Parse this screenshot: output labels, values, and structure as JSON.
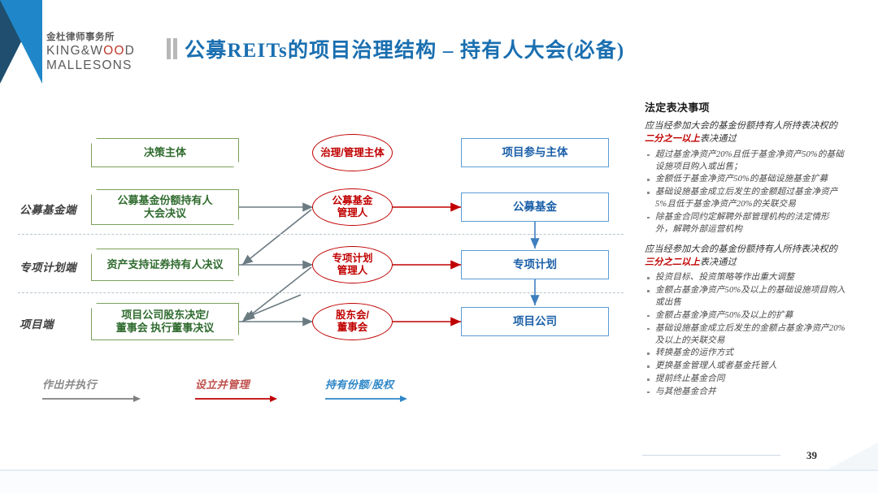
{
  "brand": {
    "name_cn": "金杜律师事务所",
    "name_en_line1": "KING&W",
    "name_en_o": "OO",
    "name_en_line1_tail": "D",
    "name_en_line2": "MALLESONS"
  },
  "header": {
    "title": "公募REITs的项目治理结构 – 持有人大会(必备)"
  },
  "diagram": {
    "column_headers": {
      "decision": "决策主体",
      "governance": "治理/管理主体",
      "participant": "项目参与主体"
    },
    "row_labels": [
      "公募基金端",
      "专项计划端",
      "项目端"
    ],
    "green_boxes": [
      "公募基金份额持有人\n大会决议",
      "资产支持证券持有人决议",
      "项目公司股东决定/\n董事会 执行董事决议"
    ],
    "red_ellipses": [
      "公募基金\n管理人",
      "专项计划\n管理人",
      "股东会/\n董事会"
    ],
    "blue_boxes": [
      "公募基金",
      "专项计划",
      "项目公司"
    ]
  },
  "legend": [
    {
      "label": "作出并执行",
      "color": "#7f7f7f"
    },
    {
      "label": "设立并管理",
      "color": "#c00000"
    },
    {
      "label": "持有份额/股权",
      "color": "#2e87c8"
    }
  ],
  "panel": {
    "heading": "法定表决事项",
    "section1": {
      "lead_before": "应当经参加大会的基金份额持有人所持表决权的",
      "lead_highlight": "二分之一以上",
      "lead_after": "表决通过",
      "items": [
        "超过基金净资产20%且低于基金净资产50%的基础设施项目购入或出售；",
        "金额低于基金净资产50%的基础设施基金扩募",
        "基础设施基金成立后发生的金额超过基金净资产5%且低于基金净资产20%的关联交易",
        "除基金合同约定解聘外部管理机构的法定情形外，解聘外部运营机构"
      ]
    },
    "section2": {
      "lead_before": "应当经参加大会的基金份额持有人所持表决权的",
      "lead_highlight": "三分之二以上",
      "lead_after": "表决通过",
      "items": [
        "投资目标、投资策略等作出重大调整",
        "金额占基金净资产50%及以上的基础设施项目购入或出售",
        "金额占基金净资产50%及以上的扩募",
        "基础设施基金成立后发生的金额占基金净资产20%及以上的关联交易",
        "转换基金的运作方式",
        "更换基金管理人或者基金托管人",
        "提前终止基金合同",
        "与其他基金合并"
      ]
    }
  },
  "footer": {
    "page_number": "39"
  },
  "colors": {
    "title_blue": "#1a6fb0",
    "green": "#7ba05b",
    "red": "#c00000",
    "blue": "#5b9bd5",
    "gray": "#7f7f7f"
  }
}
